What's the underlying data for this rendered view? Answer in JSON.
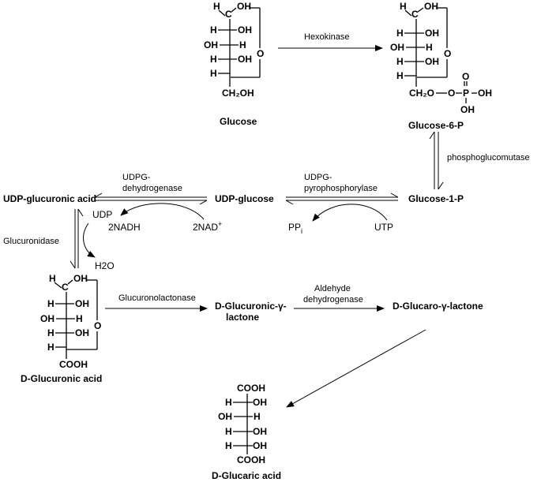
{
  "compounds": {
    "glucose": "Glucose",
    "glucose_6_p": "Glucose-6-P",
    "glucose_1_p": "Glucose-1-P",
    "udp_glucose": "UDP-glucose",
    "udp_glucuronic_acid": "UDP-glucuronic acid",
    "d_glucuronic_acid": "D-Glucuronic acid",
    "d_glucuronic_lactone_l1": "D-Glucuronic-γ-",
    "d_glucuronic_lactone_l2": "lactone",
    "d_glucaro_lactone": "D-Glucaro-γ-lactone",
    "d_glucaric_acid": "D-Glucaric acid"
  },
  "enzymes": {
    "hexokinase": "Hexokinase",
    "phosphoglucomutase": "phosphoglucomutase",
    "udpg_pyro_l1": "UDPG-",
    "udpg_pyro_l2": "pyrophosphorylase",
    "udpg_dehydro_l1": "UDPG-",
    "udpg_dehydro_l2": "dehydrogenase",
    "glucuronidase": "Glucuronidase",
    "glucuronolactonase": "Glucuronolactonase",
    "aldehyde_dh_l1": "Aldehyde",
    "aldehyde_dh_l2": "dehydrogenase"
  },
  "cofactors": {
    "utp": "UTP",
    "pp": "PP",
    "pp_sub": "i",
    "nad": "2NAD",
    "nad_sup": "+",
    "nadh": "2NADH",
    "udp": "UDP",
    "h2o": "H2O"
  },
  "atoms": {
    "H": "H",
    "OH": "OH",
    "O": "O",
    "C": "C",
    "P": "P",
    "CH2OH": "CH₂OH",
    "CH2O": "CH₂O",
    "COOH": "COOH"
  }
}
